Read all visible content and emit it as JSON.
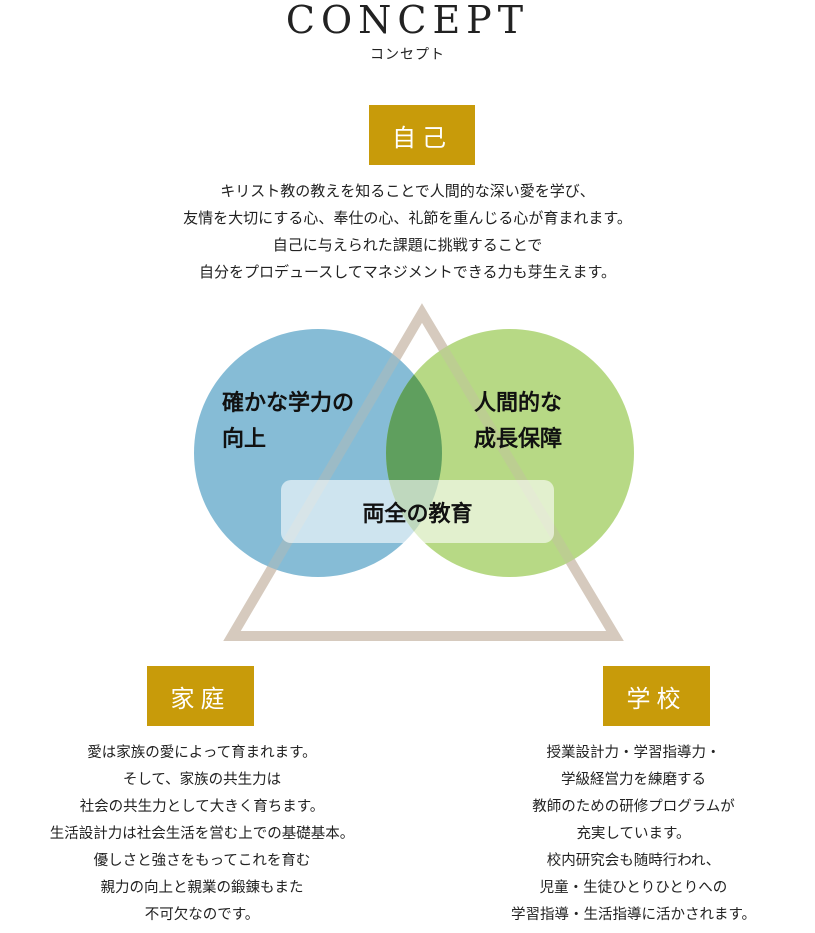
{
  "header": {
    "title": "CONCEPT",
    "subtitle": "コンセプト"
  },
  "self": {
    "badge": "自己",
    "lines": [
      "キリスト教の教えを知ることで人間的な深い愛を学び、",
      "友情を大切にする心、奉仕の心、礼節を重んじる心が育まれます。",
      "自己に与えられた課題に挑戦することで",
      "自分をプロデュースしてマネジメントできる力も芽生えます。"
    ]
  },
  "diagram": {
    "left_circle": {
      "line1": "確かな学力の",
      "line2": "向上",
      "color": "#7fb8d4"
    },
    "right_circle": {
      "line1": "人間的な",
      "line2": "成長保障",
      "color": "#b3d77e"
    },
    "overlap_color": "#5f9f5e",
    "center": "両全の教育",
    "triangle_color": "#ddd2c7"
  },
  "family": {
    "badge": "家庭",
    "lines": [
      "愛は家族の愛によって育まれます。",
      "そして、家族の共生力は",
      "社会の共生力として大きく育ちます。",
      "生活設計力は社会生活を営む上での基礎基本。",
      "優しさと強さをもってこれを育む",
      "親力の向上と親業の鍛錬もまた",
      "不可欠なのです。"
    ]
  },
  "school": {
    "badge": "学校",
    "lines": [
      "授業設計力・学習指導力・",
      "学級経営力を練磨する",
      "教師のための研修プログラムが",
      "充実しています。",
      "校内研究会も随時行われ、",
      "児童・生徒ひとりひとりへの",
      "学習指導・生活指導に活かされます。"
    ]
  },
  "colors": {
    "badge": "#c89b0a"
  }
}
